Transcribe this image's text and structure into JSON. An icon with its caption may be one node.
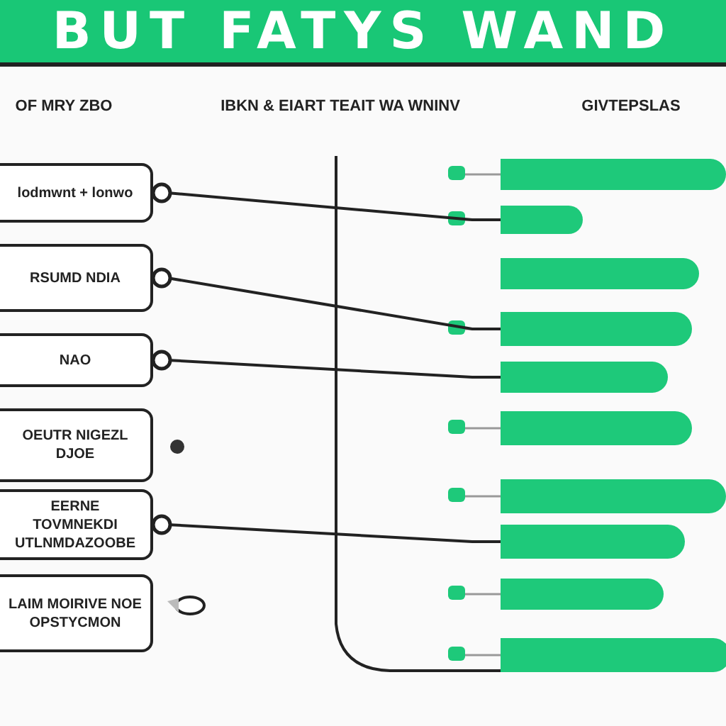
{
  "diagram": {
    "title": "BUT FATYS WAND",
    "nodes": [
      {
        "text": [
          "lodmwnt + lonwo"
        ]
      },
      {
        "text": [
          "RSUMD NDIA"
        ]
      },
      {
        "text": [
          "NAO"
        ]
      },
      {
        "text": [
          "OEUTR NIGEZL DJOE"
        ]
      },
      {
        "text": [
          "EERNE TOVMNEKDI UTLNMDAZOOBE"
        ]
      },
      {
        "text": [
          "LAIM MOIRIVE NOE OPSTYCMON"
        ]
      },
      {
        "text": [],
        "shape": "bar"
      },
      {
        "text": [],
        "shape": "bar"
      },
      {
        "text": [],
        "shape": "bar"
      },
      {
        "text": [],
        "shape": "bar"
      },
      {
        "text": [],
        "shape": "bar"
      },
      {
        "text": [],
        "shape": "bar"
      },
      {
        "text": [],
        "shape": "bar"
      },
      {
        "text": [],
        "shape": "bar"
      },
      {
        "text": [],
        "shape": "bar"
      },
      {
        "text": [],
        "shape": "bar"
      }
    ],
    "edges": [
      {
        "from": 0,
        "to": 7,
        "arrow": "other"
      },
      {
        "from": 1,
        "to": 9,
        "arrow": "other"
      },
      {
        "from": 2,
        "to": 10,
        "arrow": "other"
      },
      {
        "from": 4,
        "to": 13,
        "arrow": "other"
      }
    ],
    "labels": [
      "OF MRY ZBO",
      "IBKN & EIART TEAIT WA WNINV",
      "GIVTEPSLAS"
    ]
  }
}
